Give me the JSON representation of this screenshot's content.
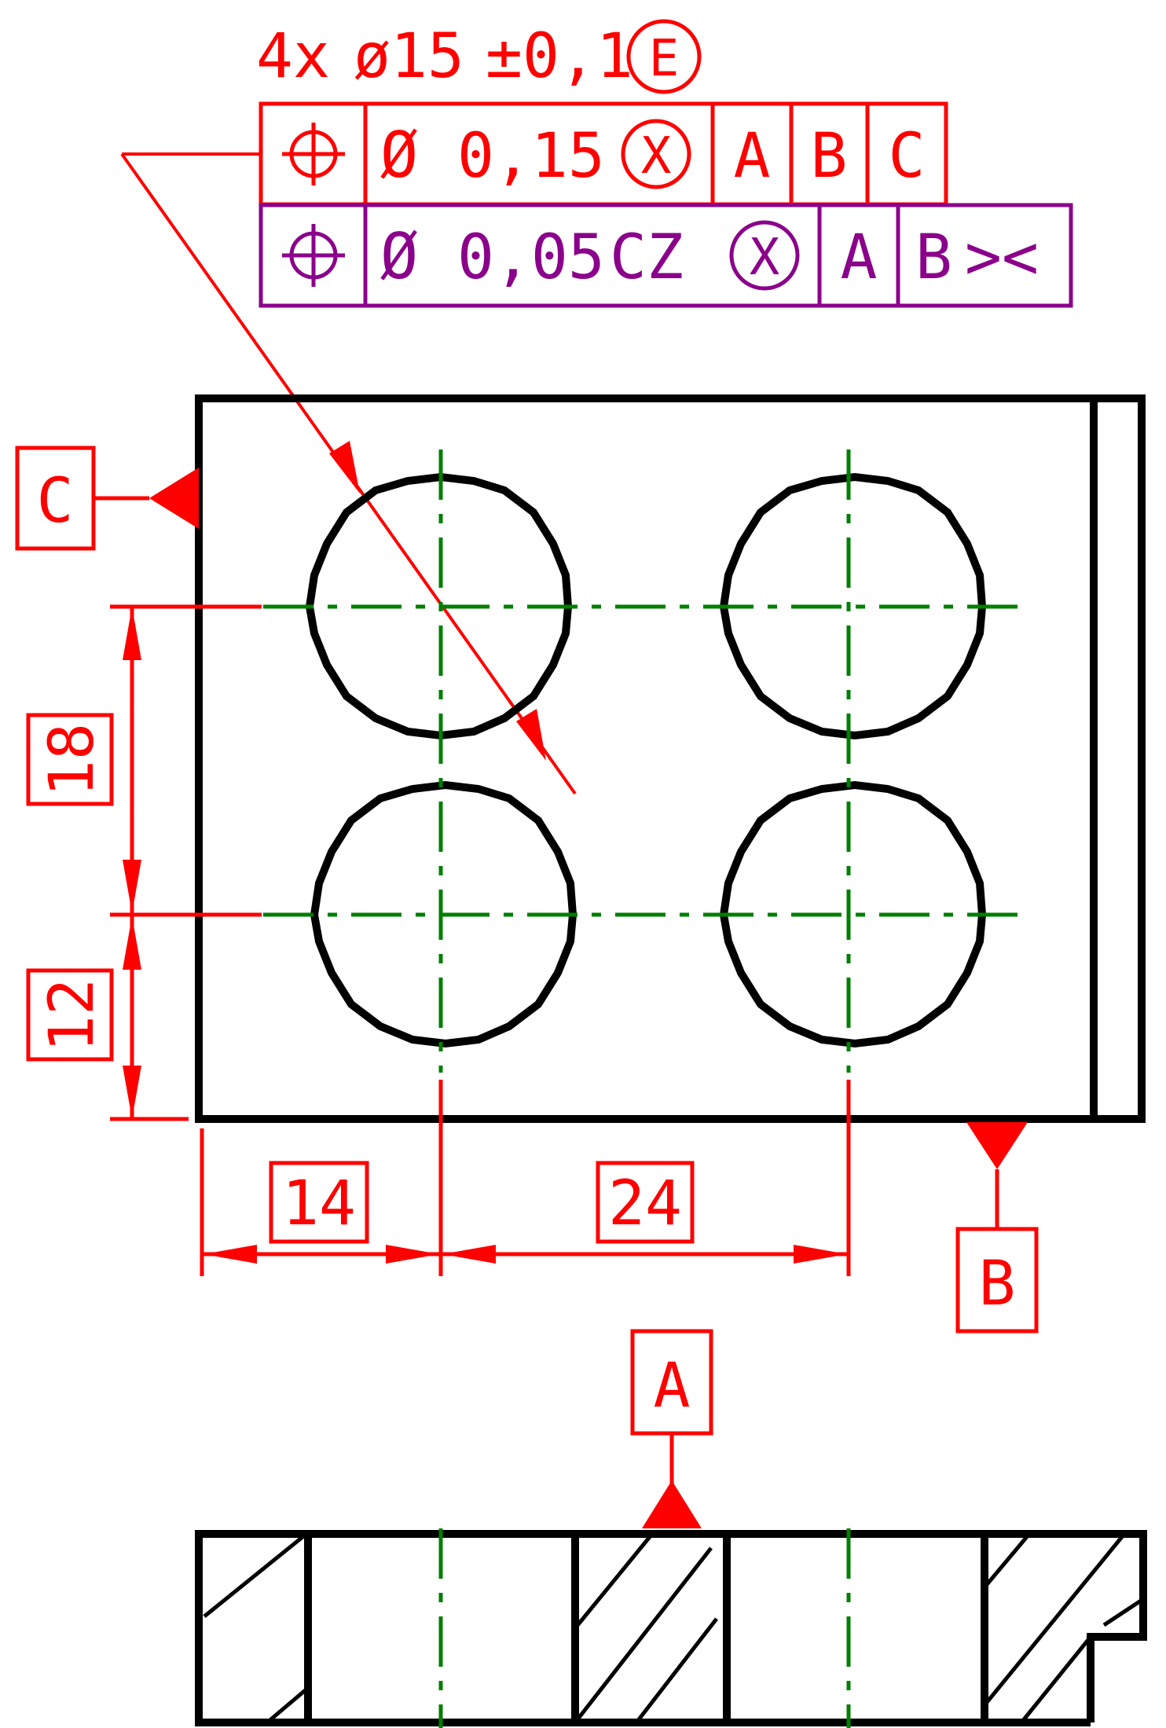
{
  "colors": {
    "tolerance": "#ff0000",
    "zone_frame": "#8b008b",
    "outline": "#000000",
    "centerline": "#007f00"
  },
  "callout": {
    "hole_spec_prefix": "4x",
    "hole_spec_size": "ø15",
    "hole_spec_tol": "±0,1",
    "envelope_modifier": "E"
  },
  "position_frame": {
    "symbol": "position-icon",
    "diameter_symbol": "Ø",
    "tolerance": "0,15",
    "modifier": "X",
    "datums": [
      "A",
      "B",
      "C"
    ]
  },
  "zone_frame": {
    "symbol": "position-icon",
    "diameter_symbol": "Ø",
    "tolerance": "0,05",
    "zone_label": "CZ",
    "modifier": "X",
    "datum_a": "A",
    "datum_b": "B",
    "datum_b_suffix": "><"
  },
  "datum_labels": {
    "c": "C",
    "b": "B",
    "a": "A"
  },
  "dimensions": {
    "vertical_upper": "18",
    "vertical_lower": "12",
    "horizontal_left": "14",
    "horizontal_right": "24"
  }
}
